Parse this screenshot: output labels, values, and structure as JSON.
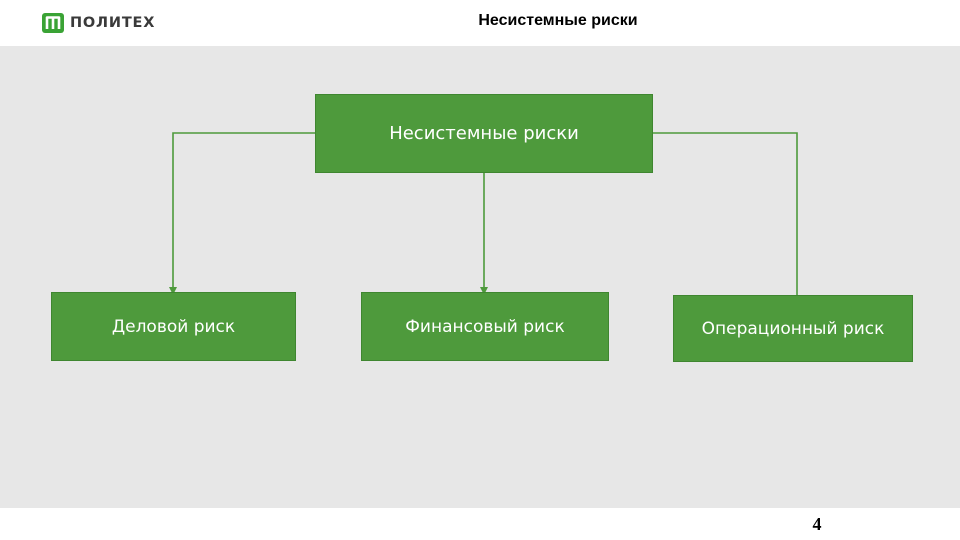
{
  "header": {
    "logo_text": "ПОЛИТЕХ",
    "title": "Несистемные риски"
  },
  "diagram": {
    "root": {
      "label": "Несистемные риски"
    },
    "children": [
      {
        "label": "Деловой риск"
      },
      {
        "label": "Финансовый риск"
      },
      {
        "label": "Операционный риск"
      }
    ]
  },
  "footer": {
    "page_number": "4"
  },
  "colors": {
    "box_fill": "#4e9a3c",
    "connector": "#4e9a3c",
    "canvas": "#e7e7e7",
    "brand": "#3aa335"
  }
}
